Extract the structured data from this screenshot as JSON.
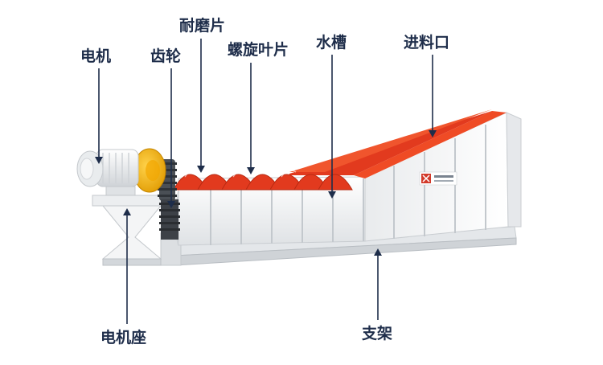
{
  "labels": {
    "motor": "电机",
    "gear": "齿轮",
    "wear_plate": "耐磨片",
    "spiral_blade": "螺旋叶片",
    "water_tank": "水槽",
    "feed_inlet": "进料口",
    "motor_base": "电机座",
    "support_frame": "支架"
  },
  "colors": {
    "label_text": "#1e2d4a",
    "pointer_arrow": "#1e2d4a",
    "blade_red": "#e23a1e",
    "gear_yellow": "#f5b400",
    "tank_white": "#f2f3f4"
  }
}
